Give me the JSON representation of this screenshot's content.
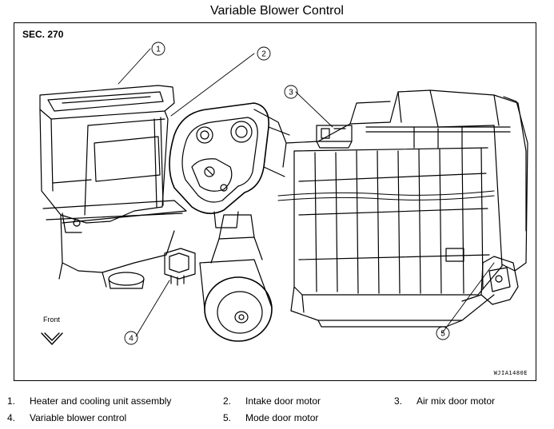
{
  "page": {
    "title": "Variable Blower Control"
  },
  "figure": {
    "section_label": "SEC. 270",
    "front_label": "Front",
    "part_code": "WJIA1480E",
    "callouts": [
      "1",
      "2",
      "3",
      "4",
      "5"
    ]
  },
  "legend": [
    {
      "num": "1.",
      "text": "Heater and cooling unit assembly"
    },
    {
      "num": "2.",
      "text": "Intake door motor"
    },
    {
      "num": "3.",
      "text": "Air mix door motor"
    },
    {
      "num": "4.",
      "text": "Variable blower control"
    },
    {
      "num": "5.",
      "text": "Mode door motor"
    }
  ],
  "colors": {
    "line": "#000000",
    "background": "#ffffff"
  }
}
